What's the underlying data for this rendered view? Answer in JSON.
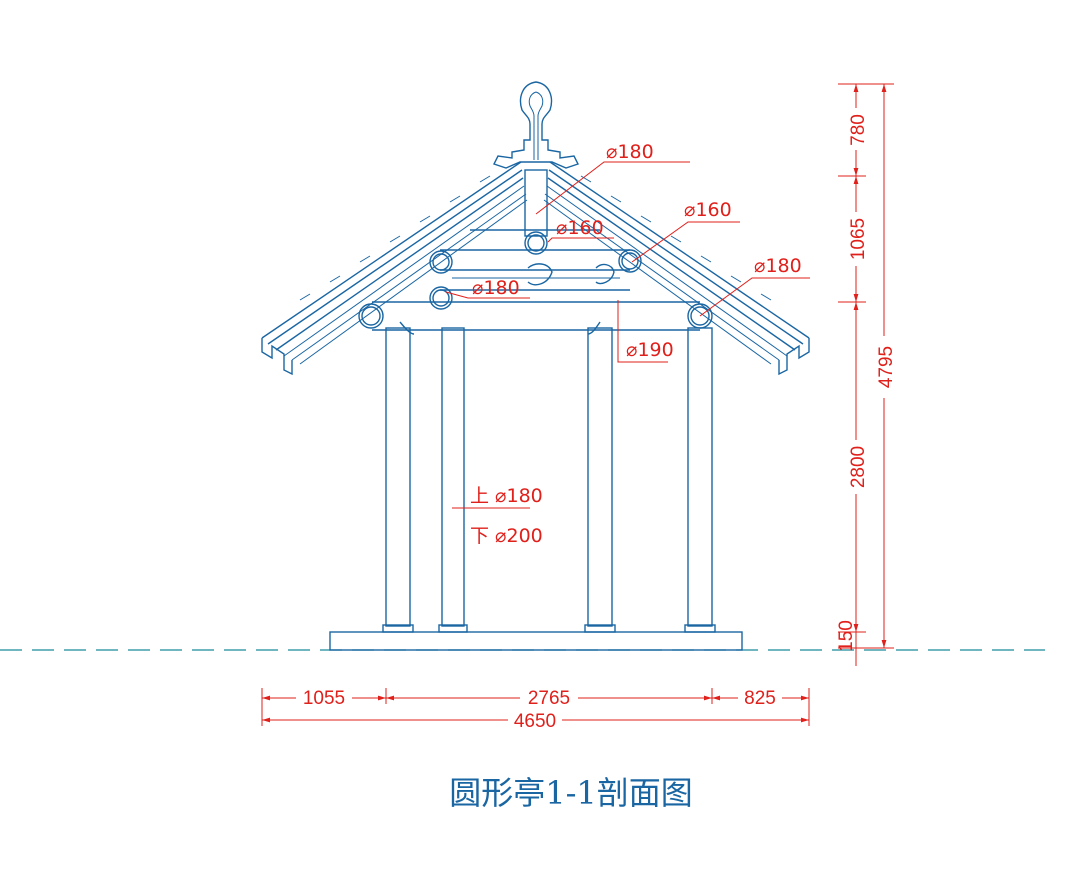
{
  "title": "圆形亭1-1剖面图",
  "colors": {
    "line": "#1a66a3",
    "dimension": "#e0201b",
    "ground": "#1a8a9a"
  },
  "labels": {
    "ridge_top": "⌀180",
    "ridge_post": "⌀160",
    "right_purlin": "⌀160",
    "right_eave": "⌀180",
    "left_lower": "⌀180",
    "beam": "⌀190",
    "column_top": "上 ⌀180",
    "column_bottom": "下 ⌀200"
  },
  "dimensions": {
    "bottom": {
      "left": "1055",
      "middle": "2765",
      "right": "825",
      "total": "4650"
    },
    "right": {
      "seg1": "780",
      "seg2": "1065",
      "seg3": "2800",
      "seg4": "150",
      "total": "4795"
    }
  }
}
